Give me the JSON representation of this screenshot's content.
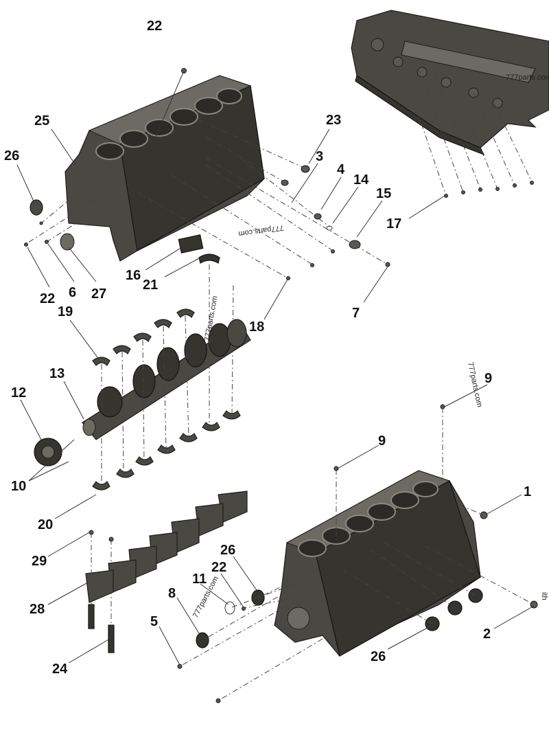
{
  "diagram": {
    "callouts": [
      {
        "label": "22"
      },
      {
        "label": "25"
      },
      {
        "label": "26"
      },
      {
        "label": "23"
      },
      {
        "label": "3"
      },
      {
        "label": "4"
      },
      {
        "label": "14"
      },
      {
        "label": "15"
      },
      {
        "label": "17"
      },
      {
        "label": "7"
      },
      {
        "label": "16"
      },
      {
        "label": "21"
      },
      {
        "label": "18"
      },
      {
        "label": "22"
      },
      {
        "label": "6"
      },
      {
        "label": "27"
      },
      {
        "label": "19"
      },
      {
        "label": "13"
      },
      {
        "label": "12"
      },
      {
        "label": "10"
      },
      {
        "label": "9"
      },
      {
        "label": "9"
      },
      {
        "label": "1"
      },
      {
        "label": "20"
      },
      {
        "label": "26"
      },
      {
        "label": "22"
      },
      {
        "label": "11"
      },
      {
        "label": "8"
      },
      {
        "label": "29"
      },
      {
        "label": "28"
      },
      {
        "label": "5"
      },
      {
        "label": "24"
      },
      {
        "label": "26"
      },
      {
        "label": "2"
      }
    ],
    "watermarks": [
      {
        "text": "777parts.com"
      },
      {
        "text": "777parts.com"
      },
      {
        "text": "777parts.com"
      },
      {
        "text": "777parts.com"
      },
      {
        "text": "777parts.com"
      },
      {
        "text": "ith"
      }
    ]
  }
}
